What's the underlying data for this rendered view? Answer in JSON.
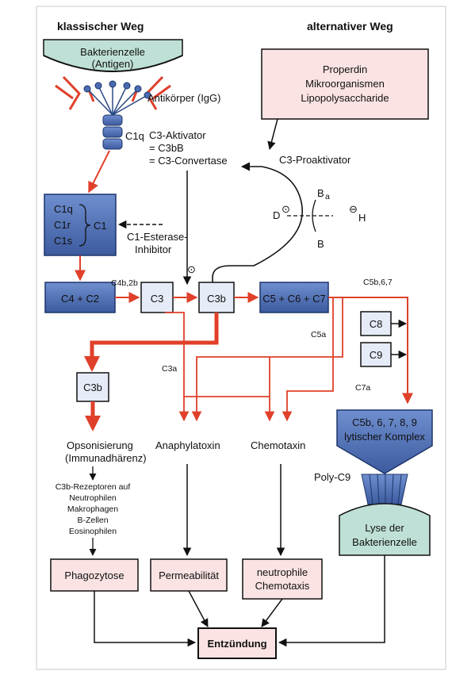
{
  "headings": {
    "classic": "klassischer Weg",
    "alternative": "alternativer Weg"
  },
  "bacterium_top": {
    "line1": "Bakterienzelle",
    "line2": "(Antigen)"
  },
  "antibody": "Antikörper (IgG)",
  "c1q": "C1q",
  "c1_complex": {
    "items": [
      "C1q",
      "C1r",
      "C1s"
    ],
    "label": "C1"
  },
  "inhibitor": {
    "line1": "C1-Esterase-",
    "line2": "Inhibitor"
  },
  "activator": {
    "line1": "C3-Aktivator",
    "line2": "= C3bB",
    "line3": "= C3-Convertase"
  },
  "properdin": {
    "line1": "Properdin",
    "line2": "Mikroorganismen",
    "line3": "Lipopolysaccharide"
  },
  "proactivator": "C3-Proaktivator",
  "cycle": {
    "ba": "B",
    "ba_sub": "a",
    "d": "D",
    "h": "H",
    "b": "B",
    "symbol": "⊙",
    "minus": "⊖"
  },
  "boxes": {
    "c4c2": "C4 + C2",
    "c3": "C3",
    "c3b": "C3b",
    "c567": "C5 + C6 + C7",
    "c8": "C8",
    "c9": "C9",
    "c3b_lower": "C3b"
  },
  "labels": {
    "c4b2b": "C4b,2b",
    "c5b67": "C5b,6,7",
    "c5a": "C5a",
    "c3a": "C3a",
    "c7a": "C7a",
    "dot": "⊙"
  },
  "lytic": {
    "line1": "C5b, 6, 7, 8, 9",
    "line2": "lytischer Komplex"
  },
  "poly": "Poly-C9",
  "lysis": {
    "line1": "Lyse der",
    "line2": "Bakterienzelle"
  },
  "opson": {
    "line1": "Opsonisierung",
    "line2": "(Immunadhärenz)"
  },
  "receptors": [
    "C3b-Rezeptoren auf",
    "Neutrophilen",
    "Makrophagen",
    "B-Zellen",
    "Eosinophilen"
  ],
  "anaphyl": "Anaphylatoxin",
  "chemo": "Chemotaxin",
  "phago": "Phagozytose",
  "perm": "Permeabilität",
  "neutro": {
    "line1": "neutrophile",
    "line2": "Chemotaxis"
  },
  "entz": "Entzündung",
  "colors": {
    "red": "#e0402a",
    "blue_box": "#4a6bb0",
    "light_box": "#e6ecf7",
    "pink_box": "#fbe3e3",
    "teal": "#bfe0d6"
  }
}
